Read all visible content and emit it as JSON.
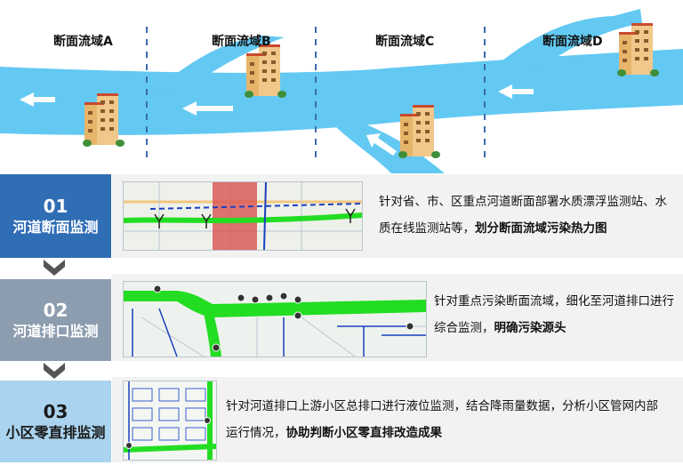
{
  "river": {
    "sections": [
      {
        "label": "断面流域A"
      },
      {
        "label": "断面流域B"
      },
      {
        "label": "断面流域C"
      },
      {
        "label": "断面流域D"
      }
    ],
    "colors": {
      "water": "#63c9f2",
      "divider": "#3a6bb0",
      "arrow": "#ffffff"
    }
  },
  "steps": [
    {
      "number": "01",
      "title": "河道断面监测",
      "tab_color": "#2f6db5",
      "text_plain": "针对省、市、区重点河道断面部署水质漂浮监测站、水质在线监测站等，",
      "text_bold": "划分断面流域污染热力图",
      "map_icon": "river-section-heatmap-map"
    },
    {
      "number": "02",
      "title": "河道排口监测",
      "tab_color": "#8d9db0",
      "text_plain": "针对重点污染断面流域，细化至河道排口进行综合监测，",
      "text_bold": "明确污染源头",
      "map_icon": "river-outfall-map"
    },
    {
      "number": "03",
      "title": "小区零直排监测",
      "tab_color": "#a9d3ee",
      "text_plain": "针对河道排口上游小区总排口进行液位监测，结合降雨量数据，分析小区管网内部运行情况，",
      "text_bold": "协助判断小区零直排改造成果",
      "map_icon": "community-pipe-network-map"
    }
  ],
  "colors": {
    "green_river": "#22dd22",
    "heat_red": "#d9534f",
    "chevron": "#555555",
    "panel_bg": "#f2f2f2"
  }
}
